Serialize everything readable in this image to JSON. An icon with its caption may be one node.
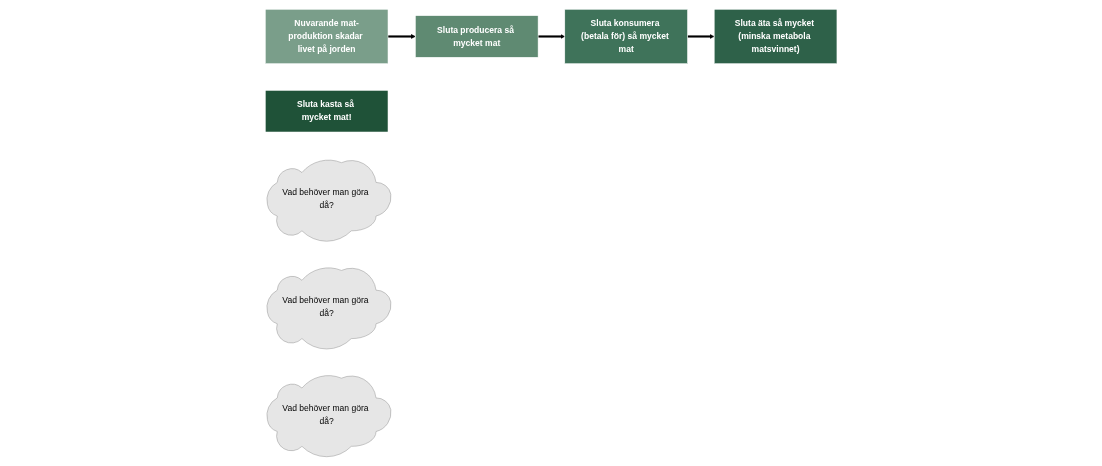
{
  "diagram": {
    "nodes": [
      {
        "text": [
          "Nuvarande mat-produktion skadar livet på jorden"
        ]
      },
      {
        "text": [
          "Sluta producera så mycket mat"
        ]
      },
      {
        "text": [
          "Sluta konsumera (betala för) så mycket mat"
        ]
      },
      {
        "text": [
          "Sluta äta så mycket (minska metabola matsvinnet)"
        ]
      },
      {
        "text": [
          "Sluta kasta så mycket mat!"
        ]
      },
      {
        "text": [
          "Vad behöver man göra då?"
        ]
      },
      {
        "text": [
          "Vad behöver man göra då?"
        ]
      },
      {
        "text": [
          "Vad behöver man göra då?"
        ]
      }
    ],
    "edges": [
      {
        "from": 0,
        "to": 1,
        "arrow": "to"
      },
      {
        "from": 1,
        "to": 2,
        "arrow": "to"
      },
      {
        "from": 2,
        "to": 3,
        "arrow": "to"
      }
    ]
  }
}
